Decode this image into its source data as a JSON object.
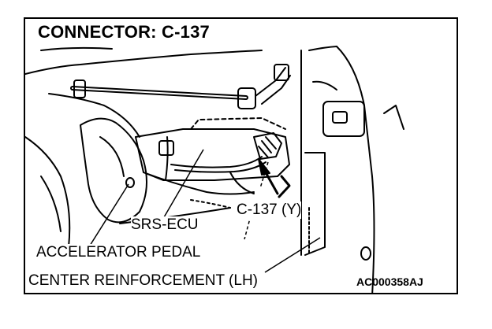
{
  "figure": {
    "title": "CONNECTOR: C-137",
    "code": "AC000358AJ"
  },
  "callouts": {
    "connector": "C-137 (Y)",
    "ecu": "SRS-ECU",
    "pedal": "ACCELERATOR PEDAL",
    "reinforcement": "CENTER REINFORCEMENT (LH)"
  }
}
